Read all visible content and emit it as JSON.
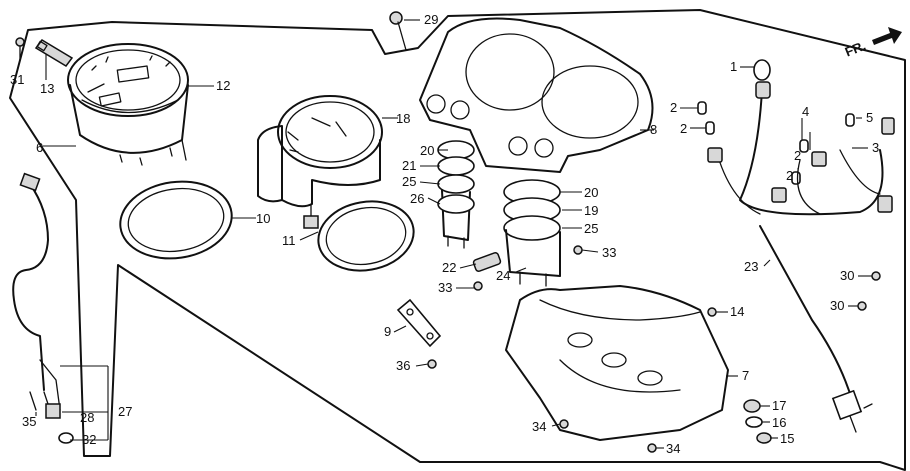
{
  "direction_label": "FR.",
  "part_labels": {
    "p1": "1",
    "p2a": "2",
    "p2b": "2",
    "p2c": "2",
    "p2d": "2",
    "p3": "3",
    "p4": "4",
    "p5": "5",
    "p6": "6",
    "p7": "7",
    "p8": "8",
    "p9": "9",
    "p10": "10",
    "p11": "11",
    "p12": "12",
    "p13": "13",
    "p14": "14",
    "p15": "15",
    "p16": "16",
    "p17": "17",
    "p18": "18",
    "p19": "19",
    "p20a": "20",
    "p20b": "20",
    "p21": "21",
    "p22": "22",
    "p23": "23",
    "p24": "24",
    "p25a": "25",
    "p25b": "25",
    "p26": "26",
    "p27": "27",
    "p28": "28",
    "p29": "29",
    "p30a": "30",
    "p30b": "30",
    "p31": "31",
    "p32": "32",
    "p33a": "33",
    "p33b": "33",
    "p34a": "34",
    "p34b": "34",
    "p35": "35",
    "p36": "36"
  }
}
